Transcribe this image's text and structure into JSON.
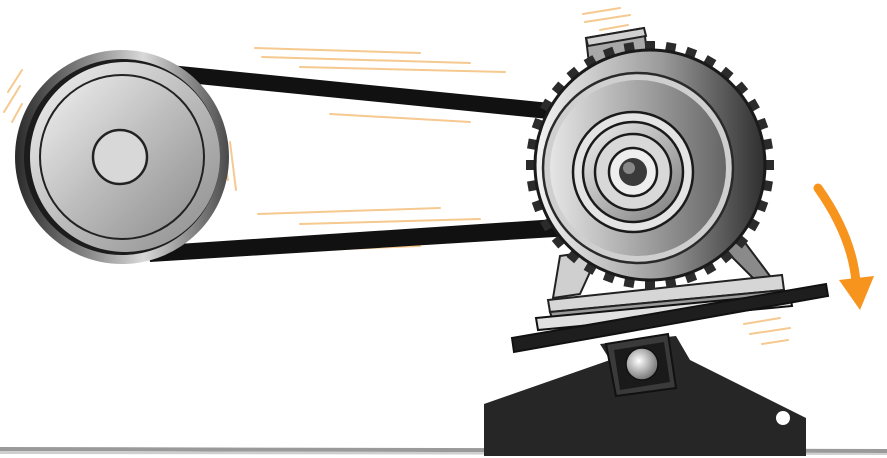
{
  "diagram": {
    "components": [
      {
        "id": "driven-pulley",
        "label": ""
      },
      {
        "id": "drive-belt",
        "label": ""
      },
      {
        "id": "electric-motor",
        "label": ""
      },
      {
        "id": "motor-pulley",
        "label": ""
      },
      {
        "id": "tilting-motor-mount-plate",
        "label": ""
      },
      {
        "id": "pivot-bearing",
        "label": ""
      },
      {
        "id": "base-bracket",
        "label": ""
      }
    ],
    "indicators": {
      "motion_lines": "vibration",
      "arrow": "clockwise-rotation-of-mount"
    },
    "colors": {
      "belt": "#111111",
      "metal_light": "#e6e6e6",
      "metal_dark": "#1f1f1f",
      "bracket": "#262626",
      "arrow": "#f7941d",
      "motion_lines": "#f5c98f",
      "ground": "#8c8c8c"
    }
  }
}
